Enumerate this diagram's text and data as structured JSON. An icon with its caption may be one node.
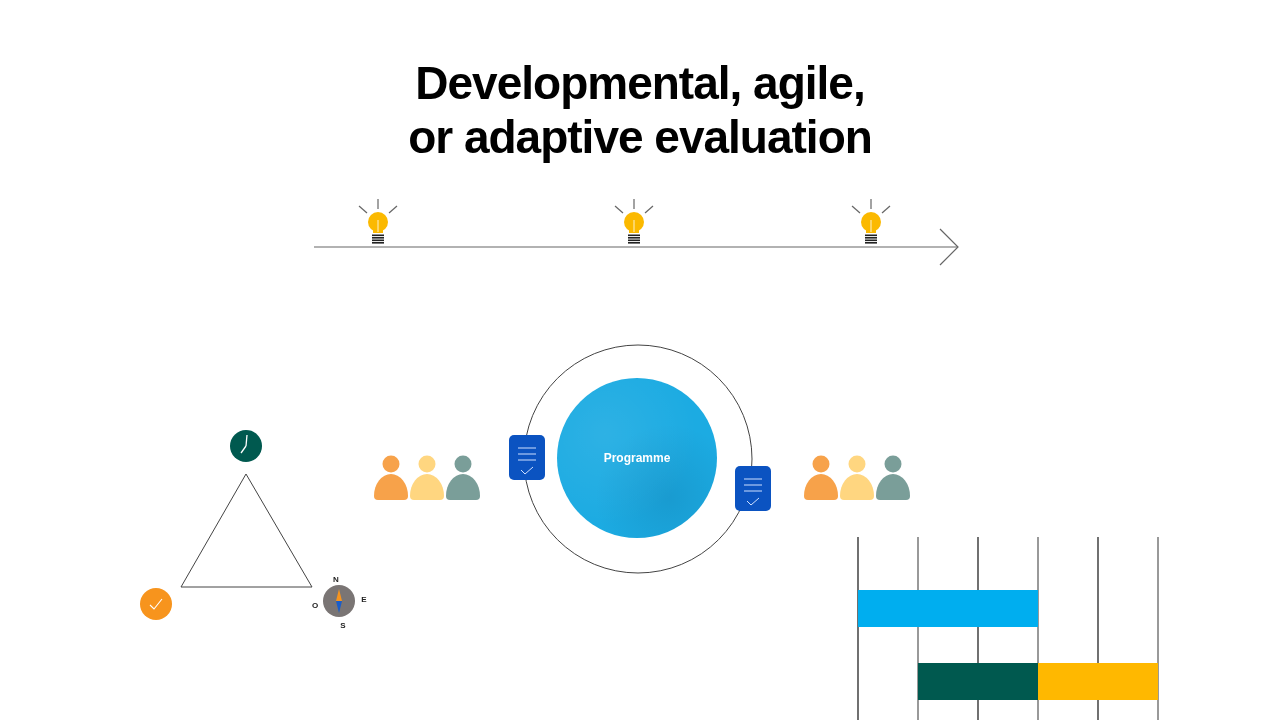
{
  "diagram": {
    "title": "Developmental, agile, or adaptive evaluation",
    "nodes": [
      {
        "text": [
          "Programme"
        ]
      },
      {
        "text": [],
        "shape": "triangle"
      }
    ],
    "labels": [
      "N",
      "O",
      "E",
      "S"
    ]
  }
}
